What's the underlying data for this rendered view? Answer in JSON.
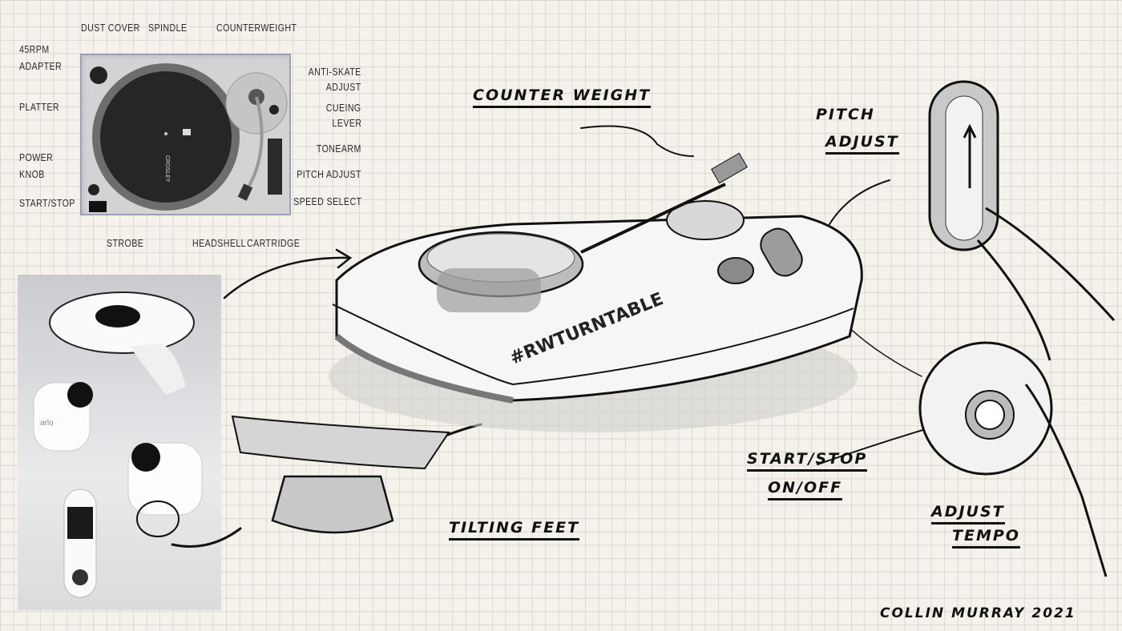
{
  "reference_photo": {
    "labels": {
      "dust_cover": "DUST COVER",
      "spindle": "SPINDLE",
      "counterweight": "COUNTERWEIGHT",
      "adapter_45rpm": [
        "45RPM",
        "ADAPTER"
      ],
      "platter": "PLATTER",
      "power_knob": [
        "POWER",
        "KNOB"
      ],
      "start_stop": "START/STOP",
      "strobe": "STROBE",
      "headshell": "HEADSHELL",
      "cartridge": "CARTRIDGE",
      "anti_skate_adjust": [
        "ANTI-SKATE",
        "ADJUST"
      ],
      "cueing_lever": [
        "CUEING",
        "LEVER"
      ],
      "tonearm": "TONEARM",
      "pitch_adjust": "PITCH ADJUST",
      "speed_select": "SPEED SELECT"
    },
    "brand": "CROSLEY"
  },
  "camera_photo": {
    "brand": "arlo"
  },
  "sketch": {
    "counter_weight": "COUNTER WEIGHT",
    "pitch_adjust": [
      "PITCH",
      "ADJUST"
    ],
    "hashtag": "#RWTURNTABLE",
    "tilting_feet": "TILTING FEET",
    "start_stop": "START/STOP",
    "on_off": "ON/OFF",
    "adjust_tempo": [
      "ADJUST",
      "TEMPO"
    ],
    "signature": "COLLIN MURRAY 2021"
  }
}
